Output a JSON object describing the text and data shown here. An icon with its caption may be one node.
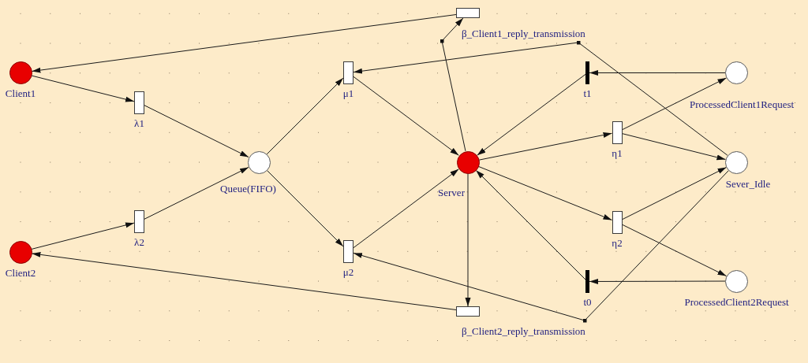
{
  "diagram": {
    "nodes": [
      {
        "text": [
          "β_Client1_reply_transmission"
        ]
      },
      {
        "text": [
          "Client1"
        ]
      },
      {
        "text": [
          "μ1"
        ]
      },
      {
        "text": [
          "t1"
        ]
      },
      {
        "text": [
          "ProcessedClient1Request"
        ]
      },
      {
        "text": [
          "λ1"
        ]
      },
      {
        "text": [
          "η1"
        ]
      },
      {
        "text": [
          "Queue(FIFO)"
        ]
      },
      {
        "text": [
          "Server"
        ]
      },
      {
        "text": [
          "Sever_Idle"
        ]
      },
      {
        "text": [
          "λ2"
        ]
      },
      {
        "text": [
          "η2"
        ]
      },
      {
        "text": [
          "Client2"
        ]
      },
      {
        "text": [
          "μ2"
        ]
      },
      {
        "text": [
          "t0"
        ]
      },
      {
        "text": [
          "ProcessedClient2Request"
        ]
      },
      {
        "text": [
          "β_Client2_reply_transmission"
        ]
      }
    ],
    "edges": [
      {
        "from": 1,
        "to": 5,
        "arrow": "to"
      },
      {
        "from": 5,
        "to": 7,
        "arrow": "to"
      },
      {
        "from": 12,
        "to": 10,
        "arrow": "to"
      },
      {
        "from": 10,
        "to": 7,
        "arrow": "to"
      },
      {
        "from": 7,
        "to": 2,
        "arrow": "to"
      },
      {
        "from": 7,
        "to": 13,
        "arrow": "to"
      },
      {
        "from": 2,
        "to": 8,
        "arrow": "to"
      },
      {
        "from": 13,
        "to": 8,
        "arrow": "to"
      },
      {
        "from": 0,
        "to": 1,
        "arrow": "to"
      },
      {
        "from": 16,
        "to": 12,
        "arrow": "to"
      },
      {
        "from": 8,
        "to": 0,
        "arrow": "to"
      },
      {
        "from": 8,
        "to": 16,
        "arrow": "to"
      },
      {
        "from": 9,
        "to": 2,
        "arrow": "to"
      },
      {
        "from": 9,
        "to": 13,
        "arrow": "to"
      },
      {
        "from": 4,
        "to": 3,
        "arrow": "to"
      },
      {
        "from": 3,
        "to": 8,
        "arrow": "to"
      },
      {
        "from": 15,
        "to": 14,
        "arrow": "to"
      },
      {
        "from": 14,
        "to": 8,
        "arrow": "to"
      },
      {
        "from": 8,
        "to": 6,
        "arrow": "to"
      },
      {
        "from": 8,
        "to": 11,
        "arrow": "to"
      },
      {
        "from": 6,
        "to": 4,
        "arrow": "to"
      },
      {
        "from": 6,
        "to": 9,
        "arrow": "to"
      },
      {
        "from": 11,
        "to": 9,
        "arrow": "to"
      },
      {
        "from": 11,
        "to": 15,
        "arrow": "to"
      }
    ]
  }
}
